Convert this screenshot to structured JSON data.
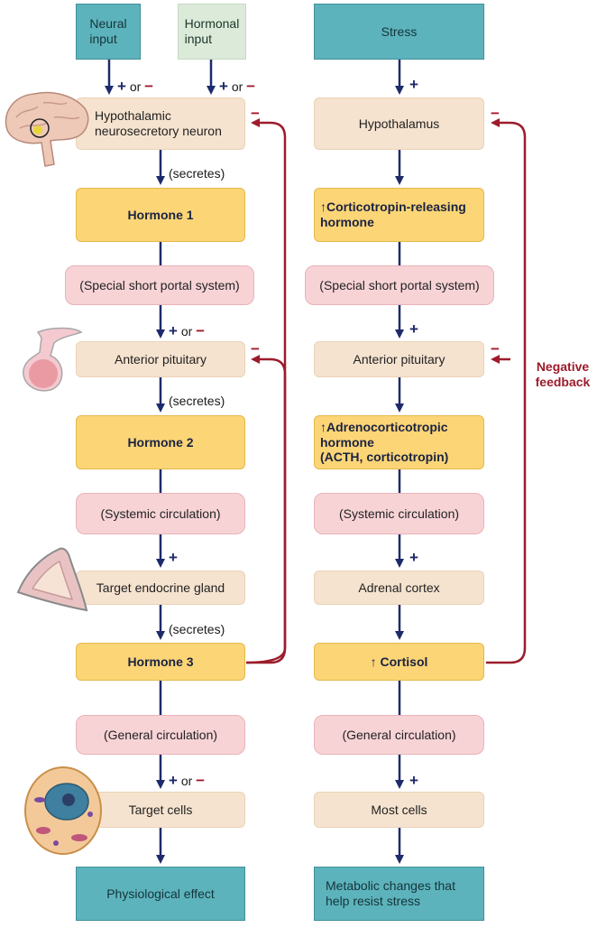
{
  "left": {
    "neural_input": "Neural\ninput",
    "hormonal_input": "Hormonal\ninput",
    "sign_neural": "+ or −",
    "sign_hormonal": "+ or −",
    "hypothalamic": "Hypothalamic\nneurosecretory neuron",
    "secretes1": "(secretes)",
    "hormone1": "Hormone 1",
    "portal": "(Special short portal system)",
    "sign_portal": "+ or −",
    "anterior_pituitary": "Anterior pituitary",
    "secretes2": "(secretes)",
    "hormone2": "Hormone 2",
    "systemic": "(Systemic circulation)",
    "sign_systemic": "+",
    "target_gland": "Target endocrine gland",
    "secretes3": "(secretes)",
    "hormone3": "Hormone 3",
    "general": "(General circulation)",
    "sign_general": "+ or −",
    "target_cells": "Target cells",
    "physiological": "Physiological effect"
  },
  "right": {
    "stress": "Stress",
    "sign_stress": "+",
    "hypothalamus": "Hypothalamus",
    "crh": "↑Corticotropin-releasing\nhormone",
    "portal": "(Special short portal system)",
    "sign_portal": "+",
    "anterior_pituitary": "Anterior pituitary",
    "acth": "↑Adrenocorticotropic\nhormone\n(ACTH, corticotropin)",
    "systemic": "(Systemic circulation)",
    "sign_systemic": "+",
    "adrenal": "Adrenal cortex",
    "cortisol": "↑ Cortisol",
    "general": "(General circulation)",
    "sign_general": "+",
    "most_cells": "Most cells",
    "metabolic": "Metabolic changes that\nhelp resist stress"
  },
  "feedback": {
    "label": "Negative\nfeedback",
    "minus": "−"
  },
  "colors": {
    "teal": "#5db3bc",
    "mint": "#dcebd9",
    "beige": "#f6e3cf",
    "yellow": "#fcd577",
    "pink": "#f7d3d6",
    "arrow_blue": "#1d2a6b",
    "feedback_red": "#9c1c2c"
  },
  "icons": [
    "brain-icon",
    "pituitary-gland-icon",
    "adrenal-gland-icon",
    "cell-icon"
  ]
}
